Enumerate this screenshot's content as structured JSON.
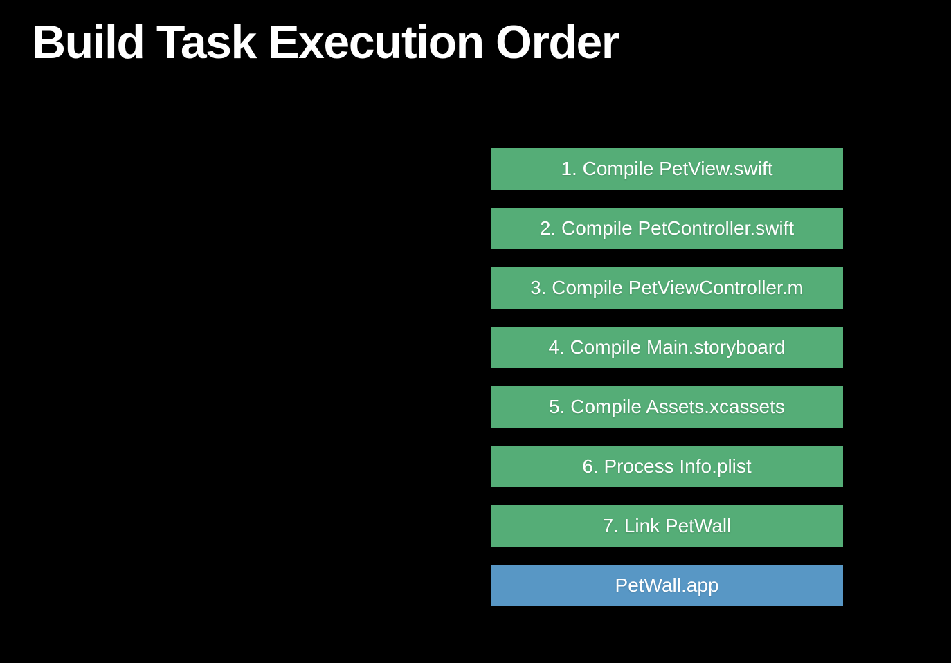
{
  "title": "Build Task Execution Order",
  "colors": {
    "background": "#000000",
    "task_box": "#55AD77",
    "product_box": "#5897C5",
    "text": "#ffffff"
  },
  "diagram": {
    "steps": [
      {
        "label": "1. Compile PetView.swift",
        "type": "task"
      },
      {
        "label": "2. Compile PetController.swift",
        "type": "task"
      },
      {
        "label": "3. Compile PetViewController.m",
        "type": "task"
      },
      {
        "label": "4. Compile Main.storyboard",
        "type": "task"
      },
      {
        "label": "5. Compile Assets.xcassets",
        "type": "task"
      },
      {
        "label": "6. Process Info.plist",
        "type": "task"
      },
      {
        "label": "7. Link PetWall",
        "type": "task"
      },
      {
        "label": "PetWall.app",
        "type": "product"
      }
    ]
  }
}
